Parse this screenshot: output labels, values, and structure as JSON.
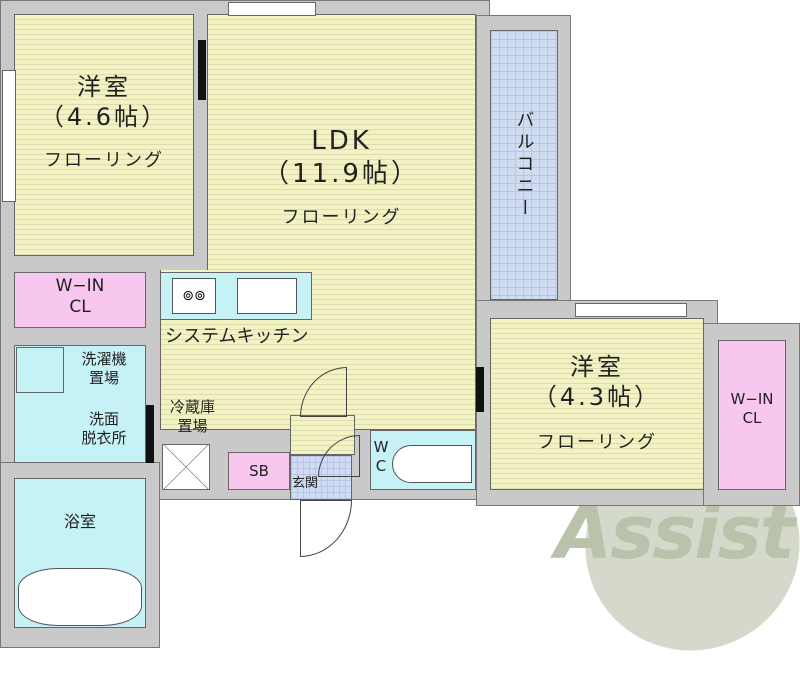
{
  "rooms": {
    "western1": {
      "name": "洋室",
      "size": "（4.6帖）",
      "floor": "フローリング"
    },
    "ldk": {
      "name": "LDK",
      "size": "（11.9帖）",
      "floor": "フローリング"
    },
    "balcony": {
      "name": "バルコニー"
    },
    "western2": {
      "name": "洋室",
      "size": "（4.3帖）",
      "floor": "フローリング"
    },
    "wic_left": {
      "line1": "W−IN",
      "line2": "CL"
    },
    "wic_right": {
      "line1": "W−IN",
      "line2": "CL"
    },
    "kitchen": {
      "name": "システムキッチン"
    },
    "washer": {
      "line1": "洗濯機",
      "line2": "置場"
    },
    "washroom": {
      "line1": "洗面",
      "line2": "脱衣所"
    },
    "fridge": {
      "line1": "冷蔵庫",
      "line2": "置場"
    },
    "bath": {
      "name": "浴室"
    },
    "sb": {
      "name": "SB"
    },
    "entrance": {
      "name": "玄関"
    },
    "wc": {
      "line1": "W",
      "line2": "C"
    }
  },
  "logo": {
    "text": "Assist"
  },
  "colors": {
    "floor": "#f3f2c3",
    "wet": "#c6f1f5",
    "closet": "#f7c7ef",
    "balcony": "#cfdcf2",
    "wall": "#c9c9c9"
  }
}
